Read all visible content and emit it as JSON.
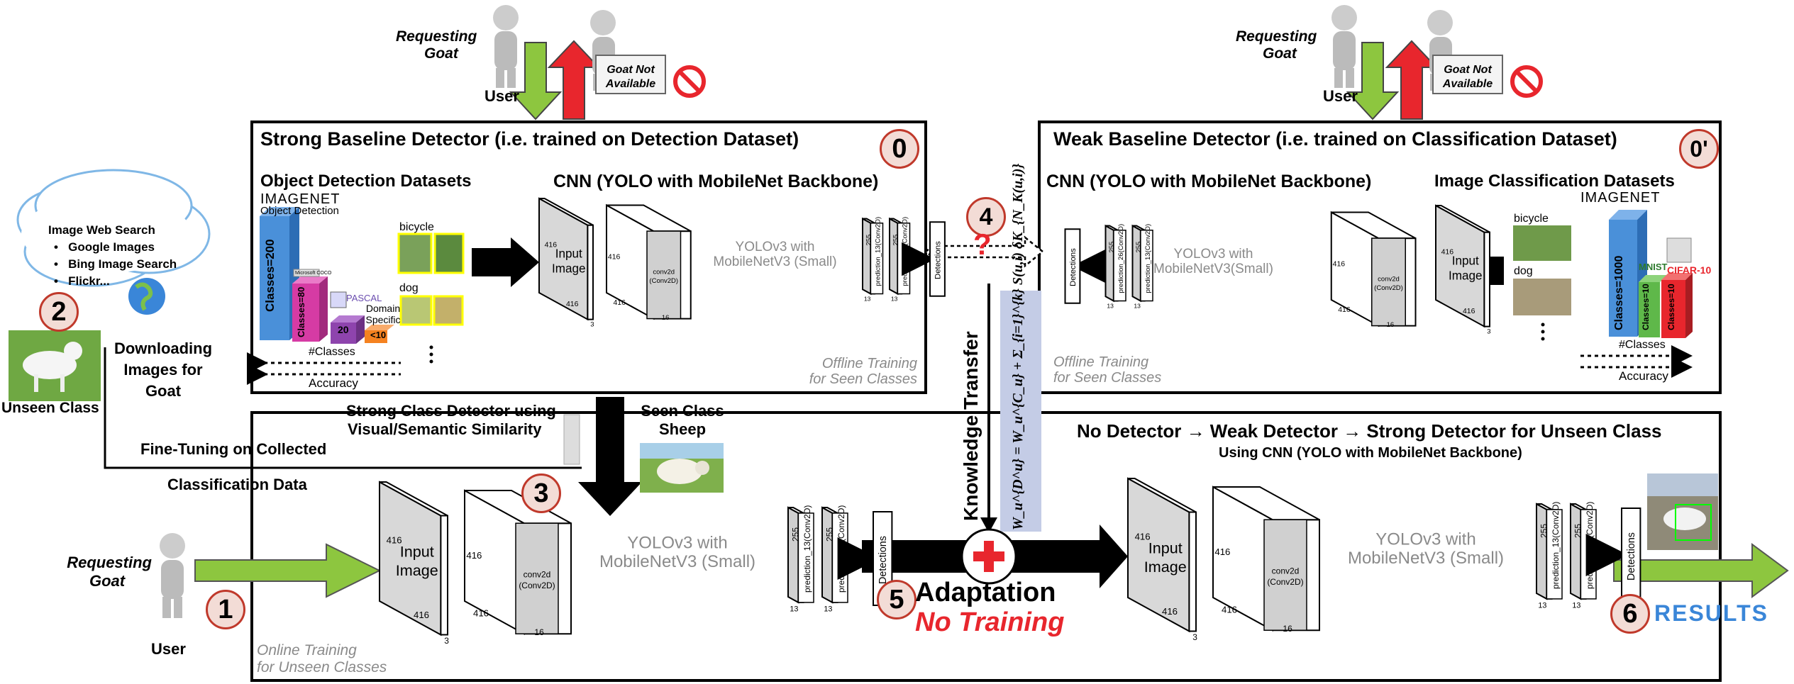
{
  "left_user_top": {
    "requesting": "Requesting",
    "goat": "Goat",
    "user": "User"
  },
  "right_user_top": {
    "requesting": "Requesting",
    "goat": "Goat",
    "user": "User"
  },
  "goat_not_available": {
    "line1": "Goat Not",
    "line2": "Available"
  },
  "web_search": {
    "title": "Image Web Search",
    "items": [
      "Google Images",
      "Bing Image Search",
      "Flickr..."
    ],
    "number": "2"
  },
  "unseen_class": "Unseen Class",
  "downloading": [
    "Downloading",
    "Images for",
    "Goat"
  ],
  "strong_box": {
    "title": "Strong Baseline Detector (i.e. trained on Detection Dataset)",
    "number": "0",
    "datasets_title": "Object Detection Datasets",
    "imagenet": "IMAGENET",
    "imagenet_sub": "Object Detection",
    "bars": [
      "Classes=200",
      "Classes=80",
      "20",
      "<10"
    ],
    "coco": "Microsoft COCO",
    "pascal": "PASCAL",
    "domain_specific": [
      "Domain",
      "Specific"
    ],
    "bicycle": "bicycle",
    "dog": "dog",
    "classes_axis": "#Classes",
    "accuracy_axis": "Accuracy",
    "cnn_title": "CNN (YOLO with MobileNet Backbone)",
    "offline": [
      "Offline Training",
      "for Seen Classes"
    ]
  },
  "weak_box": {
    "title": "Weak Baseline Detector (i.e. trained on Classification  Dataset)",
    "number": "0'",
    "datasets_title": "Image Classification Datasets",
    "imagenet": "IMAGENET",
    "bars": [
      "Classes=1000",
      "Classes=10",
      "Classes=10"
    ],
    "mnist": "MNIST",
    "cifar": "CIFAR-10",
    "bicycle": "bicycle",
    "dog": "dog",
    "classes_axis": "#Classes",
    "accuracy_axis": "Accuracy",
    "cnn_title": "CNN (YOLO with MobileNet Backbone)",
    "offline": [
      "Offline Training",
      "for Seen Classes"
    ]
  },
  "network": {
    "input": [
      "Input",
      "Image"
    ],
    "conv": [
      "conv2d",
      "(Conv2D)"
    ],
    "dims": {
      "d416": "416",
      "d3": "3",
      "d16": "16",
      "d255": "255",
      "d13": "13"
    },
    "pred13": "prediction_13(Conv2D)",
    "pred26": "prediction_26(Conv2D)",
    "yolo": [
      "YOLOv3 with",
      "MobileNetV3 (Small)"
    ],
    "yolo_small": [
      "YOLOv3 with",
      "MobileNetV3(Small)"
    ],
    "detections": "Detections"
  },
  "knowledge": {
    "label": "Knowledge Transfer",
    "number": "4",
    "question": "?"
  },
  "formula": "W_u^{D^u} = W_u^{C_u} + Σ_{i=1}^{k} S(u,i) δK_{N_K(u,i)}",
  "strong_class": {
    "line1": "Strong Class Detector using",
    "line2": "Visual/Semantic Similarity",
    "seen_class": [
      "Seen Class",
      "Sheep"
    ],
    "number": "3",
    "fine_tuning": [
      "Fine-Tuning on Collected",
      "Classification Data"
    ]
  },
  "bottom_box": {
    "title": "No Detector → Weak Detector → Strong Detector for Unseen Class",
    "subtitle": "Using CNN (YOLO with MobileNet Backbone)",
    "online": [
      "Online Training",
      "for Unseen Classes"
    ],
    "number1": "1",
    "adaptation": "Adaptation",
    "no_training": "No Training",
    "number5": "5",
    "number6": "6",
    "results": "RESULTS"
  },
  "left_user_bottom": {
    "requesting": "Requesting",
    "goat": "Goat",
    "user": "User"
  },
  "colors": {
    "green": "#8dc63f",
    "red": "#e8262d",
    "blue": "#4a90d9",
    "magenta": "#d63ba4",
    "purple": "#8e44ad",
    "orange": "#f58220"
  }
}
